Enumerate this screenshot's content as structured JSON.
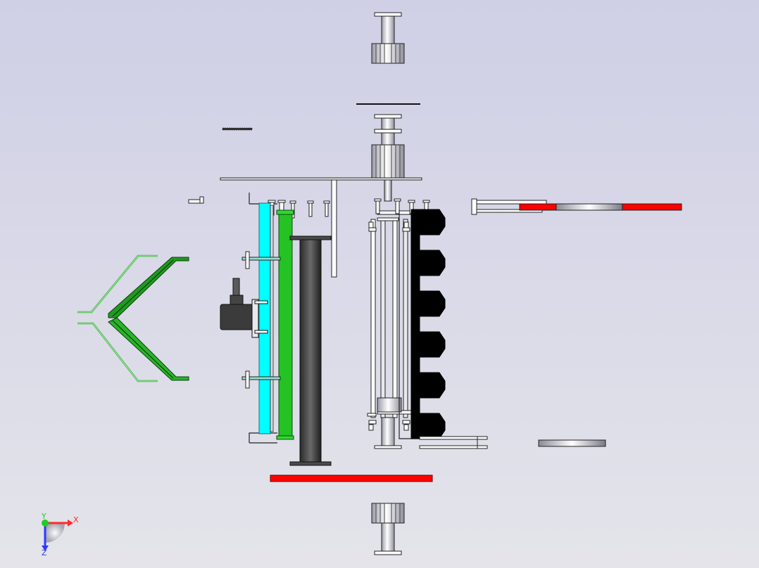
{
  "viewport": {
    "background_top": "#cfcfe6",
    "background_bottom": "#e4e4ea"
  },
  "colors": {
    "outline": "#1a1a1a",
    "part_light": "#ffffff",
    "part_gray": "#b9b9c4",
    "steel_dark": "#3a3a3a",
    "cyan_plate": "#00ffff",
    "green_plate": "#22c322",
    "green_light": "#b5f2b5",
    "red_bar": "#ff0000",
    "black_teeth": "#000000"
  },
  "triad": {
    "x_label": "X",
    "y_label": "Y",
    "z_label": "Z",
    "x_color": "#ff2a2a",
    "y_color": "#22cc22",
    "z_color": "#2a3aff"
  }
}
